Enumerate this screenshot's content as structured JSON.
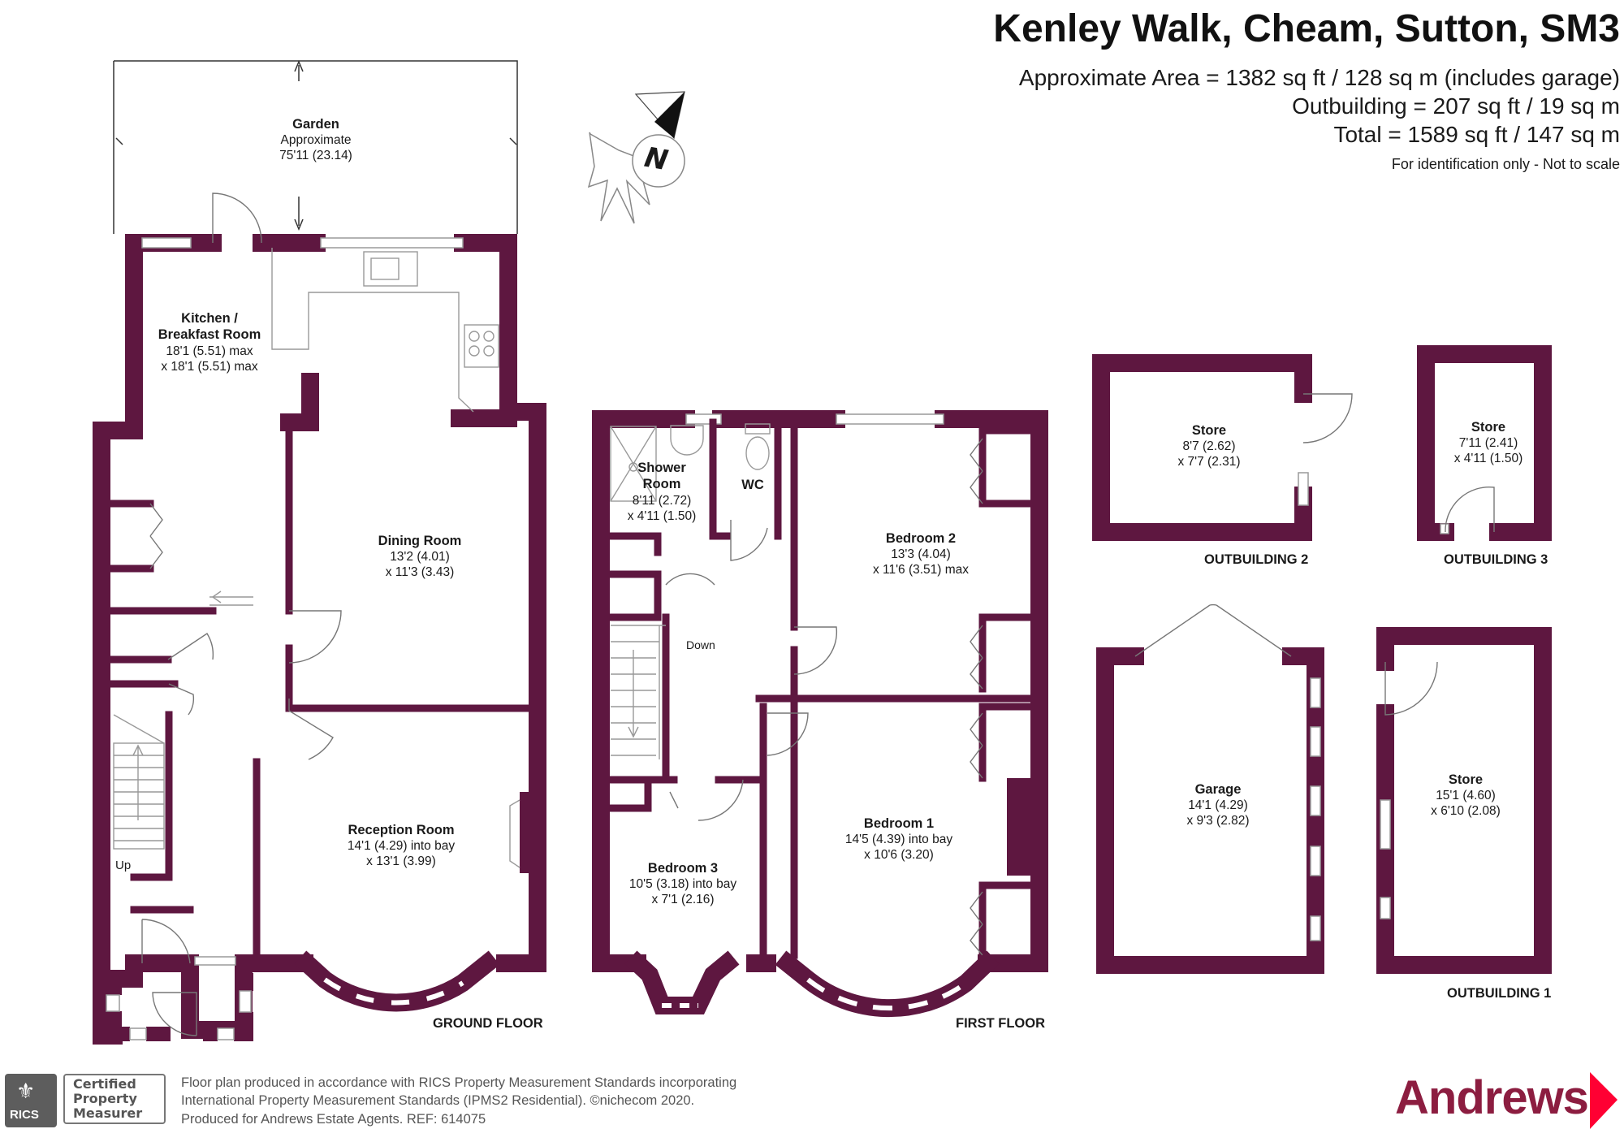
{
  "header": {
    "title": "Kenley Walk, Cheam, Sutton, SM3",
    "area": "Approximate Area = 1382 sq ft / 128 sq m (includes garage)",
    "outbuilding": "Outbuilding = 207 sq ft / 19 sq m",
    "total": "Total = 1589 sq ft / 147 sq m",
    "note": "For identification only - Not to scale"
  },
  "compass": {
    "label": "N"
  },
  "rooms": {
    "garden": {
      "name": "Garden",
      "line1": "Approximate",
      "line2": "75'11 (23.14)"
    },
    "kitchen": {
      "name1": "Kitchen /",
      "name2": "Breakfast Room",
      "line1": "18'1 (5.51) max",
      "line2": "x 18'1 (5.51) max"
    },
    "dining": {
      "name": "Dining Room",
      "line1": "13'2 (4.01)",
      "line2": "x 11'3 (3.43)"
    },
    "reception": {
      "name": "Reception Room",
      "line1": "14'1 (4.29) into bay",
      "line2": "x 13'1 (3.99)"
    },
    "shower": {
      "name1": "Shower",
      "name2": "Room",
      "line1": "8'11 (2.72)",
      "line2": "x 4'11 (1.50)"
    },
    "wc": {
      "name": "WC"
    },
    "bedroom2": {
      "name": "Bedroom 2",
      "line1": "13'3 (4.04)",
      "line2": "x 11'6 (3.51) max"
    },
    "bedroom1": {
      "name": "Bedroom 1",
      "line1": "14'5 (4.39) into bay",
      "line2": "x 10'6 (3.20)"
    },
    "bedroom3": {
      "name": "Bedroom 3",
      "line1": "10'5 (3.18) into bay",
      "line2": "x 7'1 (2.16)"
    },
    "store2": {
      "name": "Store",
      "line1": "8'7 (2.62)",
      "line2": "x 7'7 (2.31)"
    },
    "store3": {
      "name": "Store",
      "line1": "7'11 (2.41)",
      "line2": "x 4'11 (1.50)"
    },
    "garage": {
      "name": "Garage",
      "line1": "14'1 (4.29)",
      "line2": "x 9'3 (2.82)"
    },
    "store1": {
      "name": "Store",
      "line1": "15'1 (4.60)",
      "line2": "x 6'10 (2.08)"
    }
  },
  "labels": {
    "up": "Up",
    "down": "Down",
    "ground_floor": "GROUND FLOOR",
    "first_floor": "FIRST FLOOR",
    "outbuilding1": "OUTBUILDING 1",
    "outbuilding2": "OUTBUILDING 2",
    "outbuilding3": "OUTBUILDING 3"
  },
  "footer": {
    "line1": "Floor plan produced in accordance with RICS Property Measurement Standards incorporating",
    "line2": "International Property Measurement Standards (IPMS2 Residential).  ©nichecom 2020.",
    "line3": "Produced for Andrews Estate Agents.   REF:   614075",
    "rics_text": "RICS",
    "badge1": "Certified",
    "badge2": "Property",
    "badge3": "Measurer",
    "brand": "Andrews"
  },
  "colors": {
    "wall": "#5e1740",
    "brand": "#8c1d40",
    "fixture": "#9a9a9a"
  }
}
